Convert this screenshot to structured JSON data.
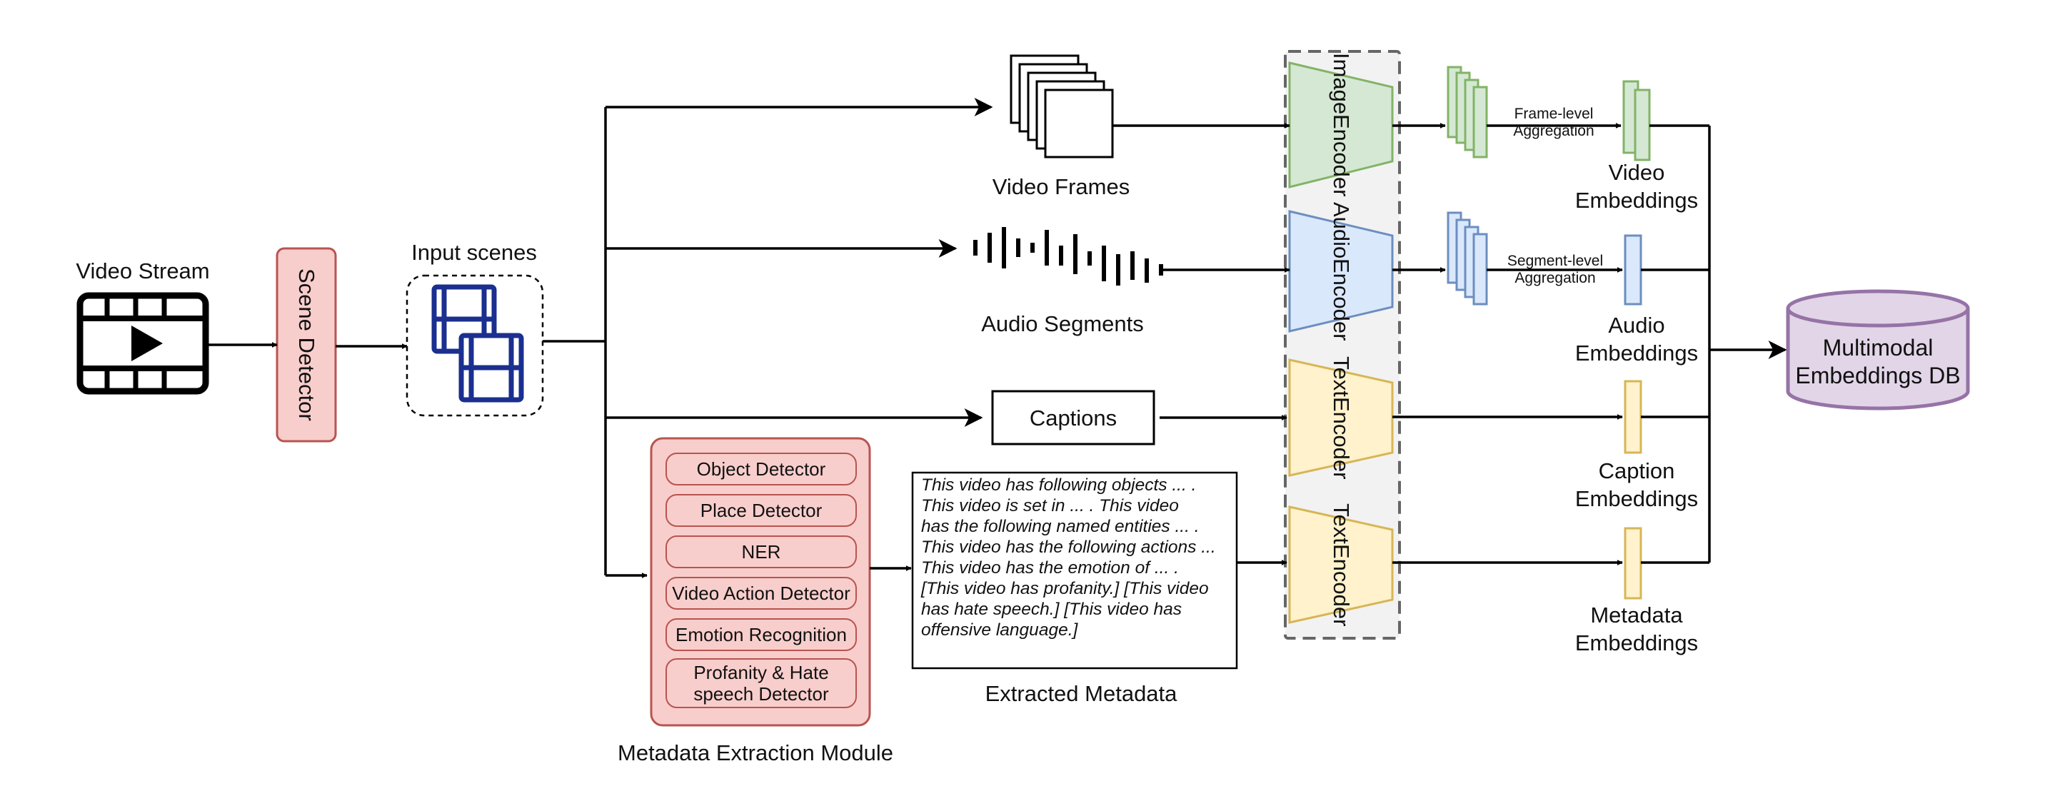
{
  "labels": {
    "video_stream": "Video Stream",
    "scene_detector": "Scene Detector",
    "input_scenes": "Input scenes",
    "video_frames": "Video Frames",
    "audio_segments": "Audio Segments",
    "captions": "Captions",
    "metadata_module": "Metadata Extraction Module",
    "extracted_metadata": "Extracted Metadata",
    "image_encoder_1": "Image",
    "image_encoder_2": "Encoder",
    "audio_encoder_1": "Audio",
    "audio_encoder_2": "Encoder",
    "text_encoder_1": "Text",
    "text_encoder_2": "Encoder",
    "frame_agg_1": "Frame-level",
    "frame_agg_2": "Aggregation",
    "segment_agg_1": "Segment-level",
    "segment_agg_2": "Aggregation",
    "video_emb_1": "Video",
    "video_emb_2": "Embeddings",
    "audio_emb_1": "Audio",
    "audio_emb_2": "Embeddings",
    "caption_emb_1": "Caption",
    "caption_emb_2": "Embeddings",
    "metadata_emb_1": "Metadata",
    "metadata_emb_2": "Embeddings",
    "db_1": "Multimodal",
    "db_2": "Embeddings DB"
  },
  "detectors": [
    "Object Detector",
    "Place Detector",
    "NER",
    "Video Action Detector",
    "Emotion Recognition",
    "Profanity & Hate speech Detector"
  ],
  "metadata_lines": [
    "This video has following objects ... .",
    "This video is set in ... . This video",
    "has the following named entities ... .",
    "This video has the following actions ...",
    "This video has the emotion of ... .",
    "[This video has profanity.] [This video",
    "has hate speech.] [This video has",
    "offensive language.]"
  ],
  "colors": {
    "red_fill": "#f8cecc",
    "red_stroke": "#b85450",
    "green_fill": "#d5e8d4",
    "green_stroke": "#82b366",
    "blue_fill": "#dae8fc",
    "blue_stroke": "#6c8ebf",
    "yellow_fill": "#fff2cc",
    "yellow_stroke": "#d6b656",
    "purple_fill": "#e1d5e7",
    "purple_stroke": "#9673a6",
    "film_blue": "#1a2f8f"
  }
}
